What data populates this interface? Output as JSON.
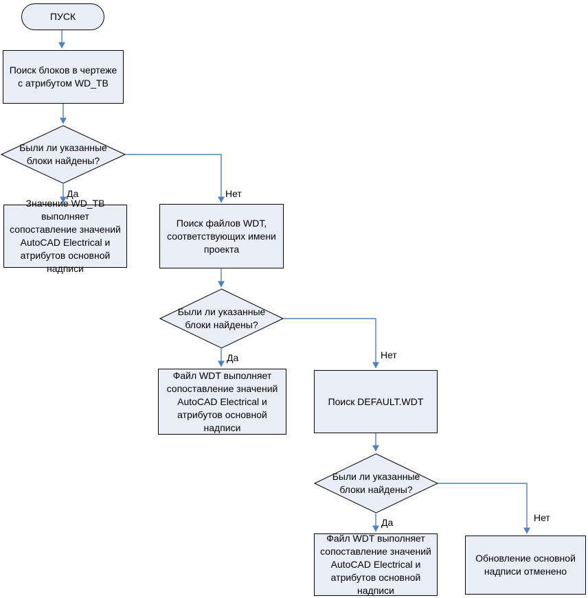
{
  "palette": {
    "background": "#ffffff",
    "node_fill": "#e8edf6",
    "node_border": "#000000",
    "connector": "#4f81bd",
    "text": "#000000"
  },
  "diagram": {
    "type": "flowchart",
    "nodes": {
      "start": {
        "shape": "terminator",
        "label": "ПУСК"
      },
      "search_blocks": {
        "shape": "process",
        "label": "Поиск блоков в чертеже с атрибутом WD_TB"
      },
      "decision_blocks_found_1": {
        "shape": "decision",
        "label": "Были ли указанные блоки найдены?"
      },
      "wd_tb_mapping": {
        "shape": "process",
        "label": "Значение WD_TB выполняет сопоставление значений AutoCAD Electrical и атрибутов основной надписи"
      },
      "search_wdt_files": {
        "shape": "process",
        "label": "Поиск файлов WDT, соответствующих имени проекта"
      },
      "decision_blocks_found_2": {
        "shape": "decision",
        "label": "Были ли указанные блоки найдены?"
      },
      "wdt_mapping_project": {
        "shape": "process",
        "label": "Файл WDT выполняет сопоставление значений AutoCAD Electrical и атрибутов основной надписи"
      },
      "search_default_wdt": {
        "shape": "process",
        "label": "Поиск DEFAULT.WDT"
      },
      "decision_blocks_found_3": {
        "shape": "decision",
        "label": "Были ли указанные блоки найдены?"
      },
      "wdt_mapping_default": {
        "shape": "process",
        "label": "Файл WDT выполняет сопоставление значений AutoCAD Electrical и атрибутов основной надписи"
      },
      "update_cancelled": {
        "shape": "process",
        "label": "Обновление основной надписи отменено"
      }
    },
    "edges": [
      {
        "from": "start",
        "to": "search_blocks",
        "label": ""
      },
      {
        "from": "search_blocks",
        "to": "decision_blocks_found_1",
        "label": ""
      },
      {
        "from": "decision_blocks_found_1",
        "to": "wd_tb_mapping",
        "label": "Да"
      },
      {
        "from": "decision_blocks_found_1",
        "to": "search_wdt_files",
        "label": "Нет"
      },
      {
        "from": "search_wdt_files",
        "to": "decision_blocks_found_2",
        "label": ""
      },
      {
        "from": "decision_blocks_found_2",
        "to": "wdt_mapping_project",
        "label": "Да"
      },
      {
        "from": "decision_blocks_found_2",
        "to": "search_default_wdt",
        "label": "Нет"
      },
      {
        "from": "search_default_wdt",
        "to": "decision_blocks_found_3",
        "label": ""
      },
      {
        "from": "decision_blocks_found_3",
        "to": "wdt_mapping_default",
        "label": "Да"
      },
      {
        "from": "decision_blocks_found_3",
        "to": "update_cancelled",
        "label": "Нет"
      }
    ]
  }
}
